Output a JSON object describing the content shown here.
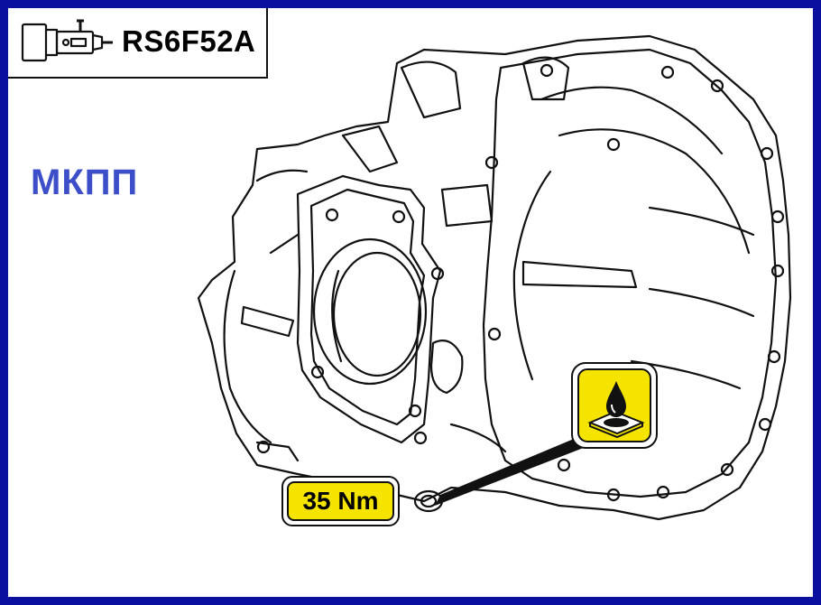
{
  "header": {
    "model_code": "RS6F52A",
    "icon": "transmission-icon"
  },
  "labels": {
    "gearbox_type": "МКПП"
  },
  "callouts": {
    "torque": "35 Nm",
    "oil_icon": "oil-drop-icon"
  },
  "colors": {
    "frame": "#0a0f9e",
    "label": "#3d4ec9",
    "badge": "#f4e400"
  }
}
